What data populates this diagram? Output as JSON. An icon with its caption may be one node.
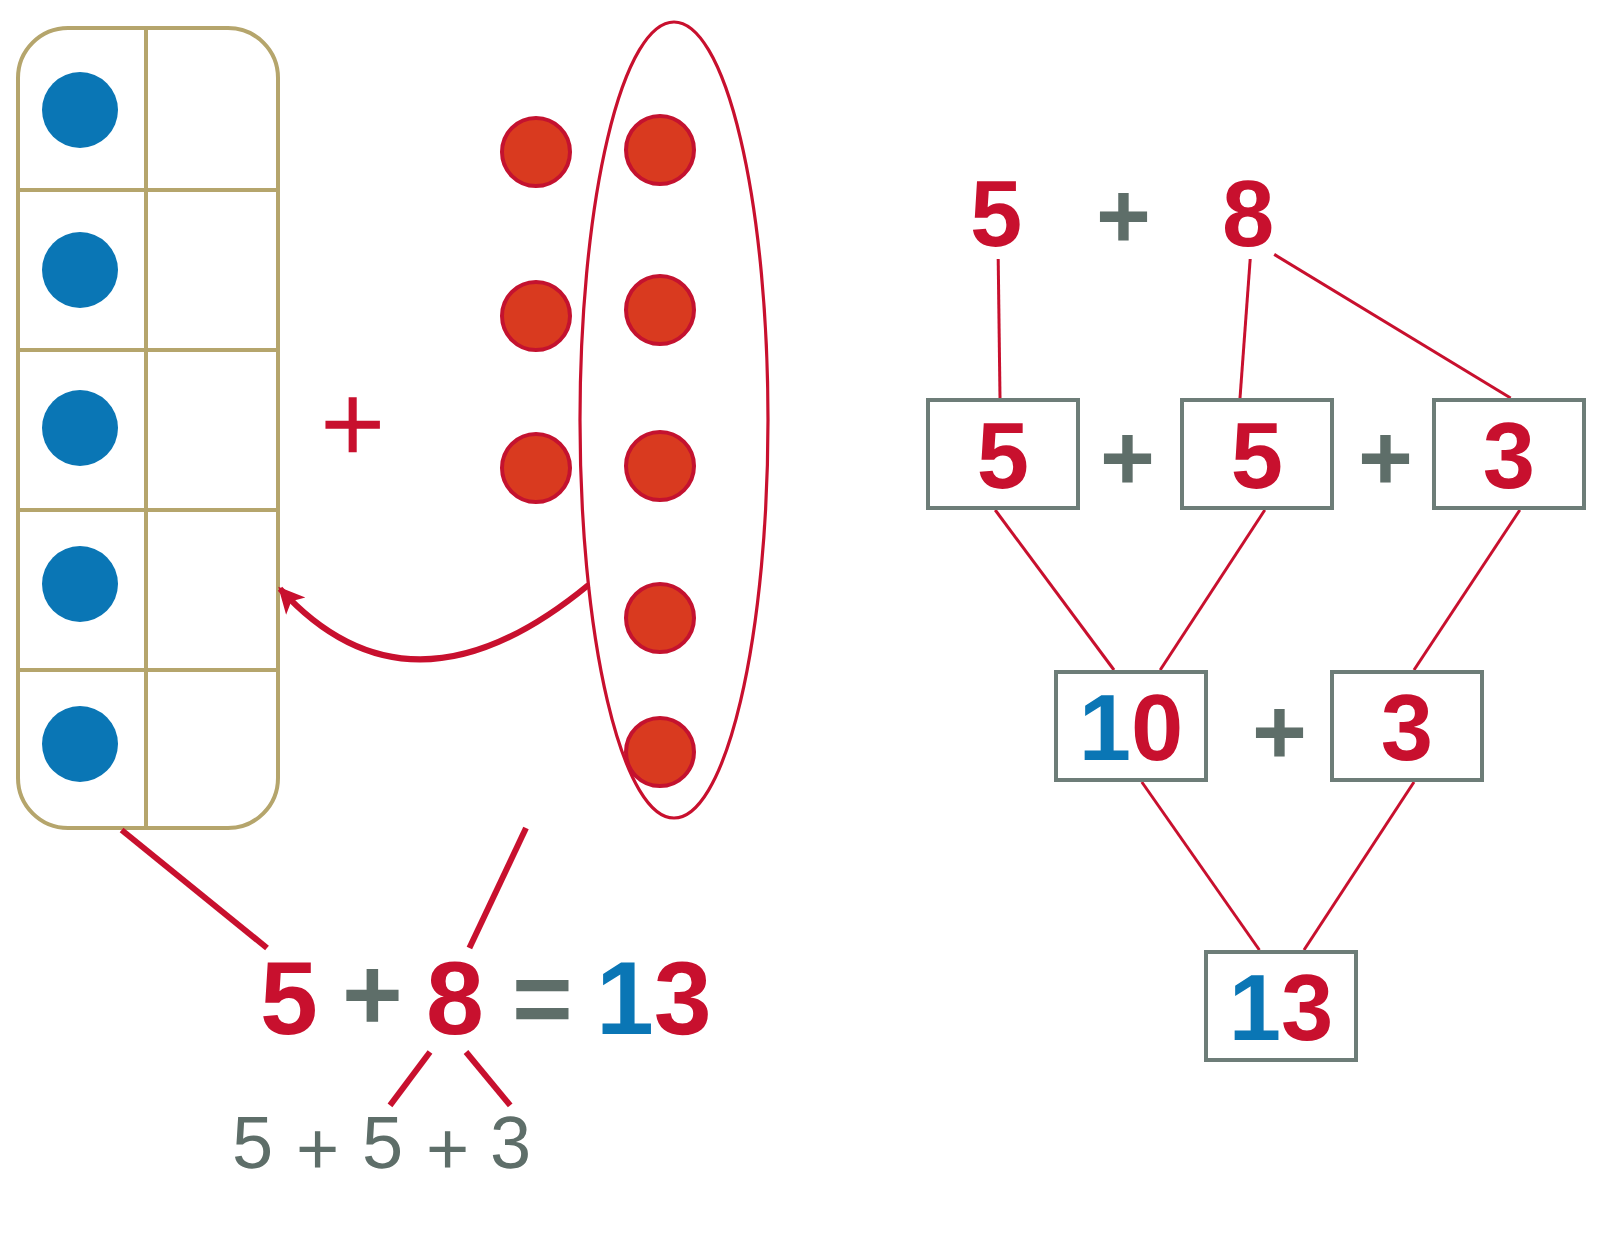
{
  "diagram": {
    "nodes": [
      {
        "text": [],
        "shape": "box"
      },
      {
        "text": [],
        "shape": "ellipse"
      },
      {
        "text": [
          "5"
        ]
      },
      {
        "text": [
          "8"
        ]
      },
      {
        "text": [
          "5"
        ]
      },
      {
        "text": [
          "3"
        ]
      },
      {
        "text": [
          "5"
        ]
      },
      {
        "text": [
          "8"
        ]
      },
      {
        "text": [
          "5"
        ]
      },
      {
        "text": [
          "5"
        ]
      },
      {
        "text": [
          "3"
        ]
      },
      {
        "text": [
          "10"
        ]
      },
      {
        "text": [
          "3"
        ]
      },
      {
        "text": [
          "13"
        ]
      }
    ],
    "edges": [
      {
        "from": 1,
        "to": 0,
        "arrow": "to",
        "style": "thick"
      },
      {
        "from": 0,
        "to": 2,
        "arrow": "none",
        "style": "thick"
      },
      {
        "from": 3,
        "to": null,
        "arrow": "none",
        "style": "thick"
      },
      {
        "from": 3,
        "to": 4,
        "arrow": "none",
        "style": "thick"
      },
      {
        "from": 3,
        "to": 5,
        "arrow": "none",
        "style": "thick"
      },
      {
        "from": 6,
        "to": 8,
        "arrow": "none"
      },
      {
        "from": 7,
        "to": 9,
        "arrow": "none"
      },
      {
        "from": 7,
        "to": 10,
        "arrow": "none"
      },
      {
        "from": 8,
        "to": 11,
        "arrow": "none"
      },
      {
        "from": 9,
        "to": 11,
        "arrow": "none"
      },
      {
        "from": 10,
        "to": 12,
        "arrow": "none"
      },
      {
        "from": 11,
        "to": 13,
        "arrow": "none"
      },
      {
        "from": 12,
        "to": 13,
        "arrow": "none"
      }
    ],
    "labels": [
      "+",
      "+",
      "=",
      "13",
      "5",
      "+",
      "+",
      "+",
      "+",
      "+",
      "+"
    ]
  }
}
